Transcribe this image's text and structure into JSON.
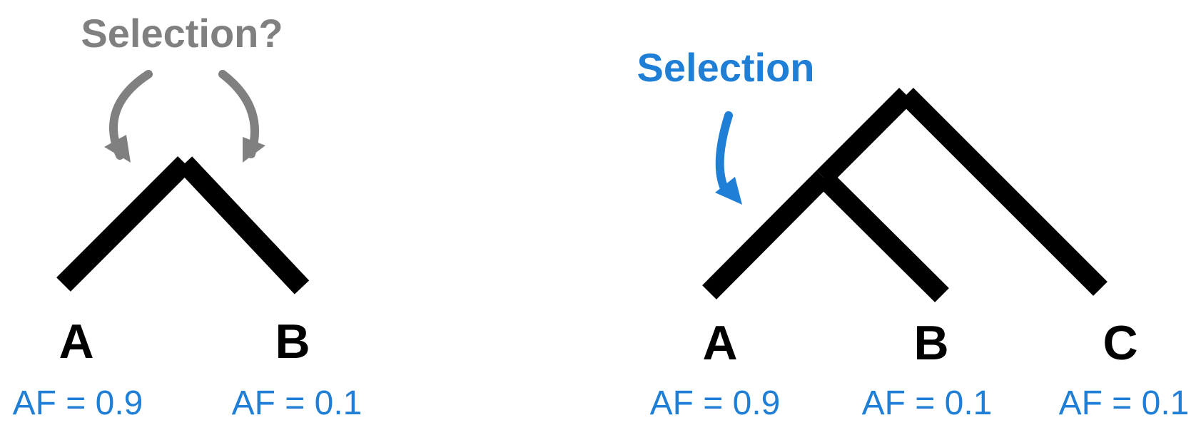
{
  "left_tree": {
    "selection_label": "Selection?",
    "tips": [
      {
        "name": "A",
        "af": "AF = 0.9"
      },
      {
        "name": "B",
        "af": "AF = 0.1"
      }
    ]
  },
  "right_tree": {
    "selection_label": "Selection",
    "tips": [
      {
        "name": "A",
        "af": "AF = 0.9"
      },
      {
        "name": "B",
        "af": "AF = 0.1"
      },
      {
        "name": "C",
        "af": "AF = 0.1"
      }
    ]
  },
  "colors": {
    "branch": "#000000",
    "uncertain_selection": "#808080",
    "selection": "#1f7ed6",
    "allele_frequency": "#1f7ed6"
  }
}
